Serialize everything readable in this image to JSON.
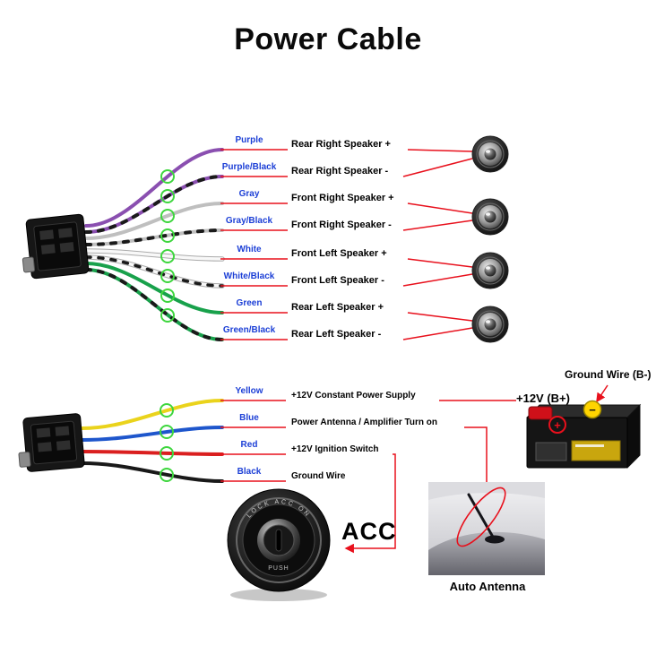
{
  "title": "Power Cable",
  "colors": {
    "label_blue": "#1c3fd6",
    "line_red": "#e8101c",
    "connector_circle_green": "#3ed63e"
  },
  "speaker_section": {
    "wires": [
      {
        "label": "Purple",
        "desc": "Rear Right Speaker +",
        "hex": "#8a4fb0"
      },
      {
        "label": "Purple/Black",
        "desc": "Rear Right Speaker -",
        "hex": "#8a4fb0"
      },
      {
        "label": "Gray",
        "desc": "Front Right Speaker +",
        "hex": "#bfbfbf"
      },
      {
        "label": "Gray/Black",
        "desc": "Front Right Speaker -",
        "hex": "#bfbfbf"
      },
      {
        "label": "White",
        "desc": "Front Left Speaker +",
        "hex": "#f8f8f8"
      },
      {
        "label": "White/Black",
        "desc": "Front Left Speaker -",
        "hex": "#f8f8f8"
      },
      {
        "label": "Green",
        "desc": "Rear Left Speaker +",
        "hex": "#18a14b"
      },
      {
        "label": "Green/Black",
        "desc": "Rear Left Speaker -",
        "hex": "#18a14b"
      }
    ]
  },
  "power_section": {
    "wires": [
      {
        "label": "Yellow",
        "desc": "+12V Constant Power Supply",
        "hex": "#ead31c"
      },
      {
        "label": "Blue",
        "desc": "Power Antenna / Amplifier Turn on",
        "hex": "#1e56cc"
      },
      {
        "label": "Red",
        "desc": "+12V Ignition Switch",
        "hex": "#da1f1f"
      },
      {
        "label": "Black",
        "desc": "Ground Wire",
        "hex": "#191919"
      }
    ],
    "battery_plus_label": "+12V  (B+)",
    "battery_ground_label": "Ground Wire (B-)",
    "battery_plus_symbol": "+",
    "battery_minus_symbol": "−",
    "acc_label": "ACC",
    "antenna_caption": "Auto Antenna",
    "key_ring_text": "LOCK   ACC   ON",
    "key_push_text": "PUSH"
  }
}
